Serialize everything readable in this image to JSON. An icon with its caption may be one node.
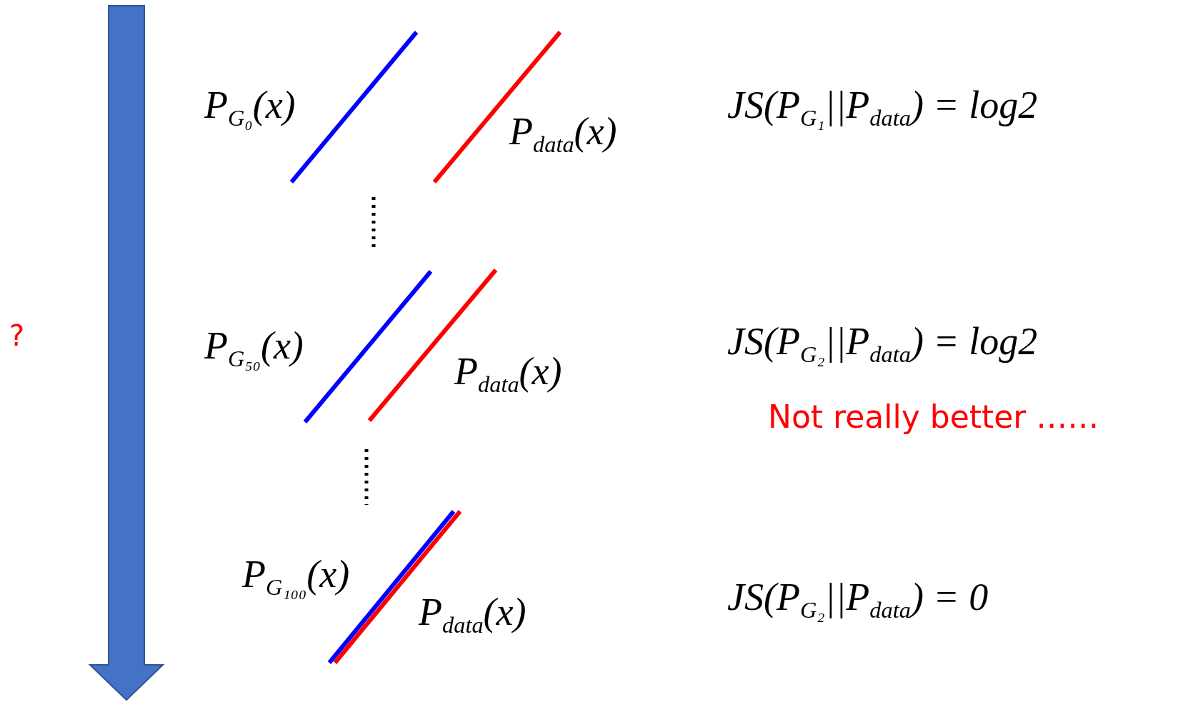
{
  "diagram": {
    "labels": [
      "P$_{G₀}$(x)",
      "P$_{data}$(x)",
      "JS(P$_{G₁}$||P$_{data}$) = log2",
      "?",
      "P$_{G₅₀}$(x)",
      "JS(P$_{G₂}$||P$_{data}$) = log2",
      "P$_{data}$(x)",
      "Not really better ……",
      "P$_{G₁₀₀}$(x)",
      "JS(P$_{G₂}$||P$_{data}$) = 0",
      "P$_{data}$(x)"
    ]
  }
}
